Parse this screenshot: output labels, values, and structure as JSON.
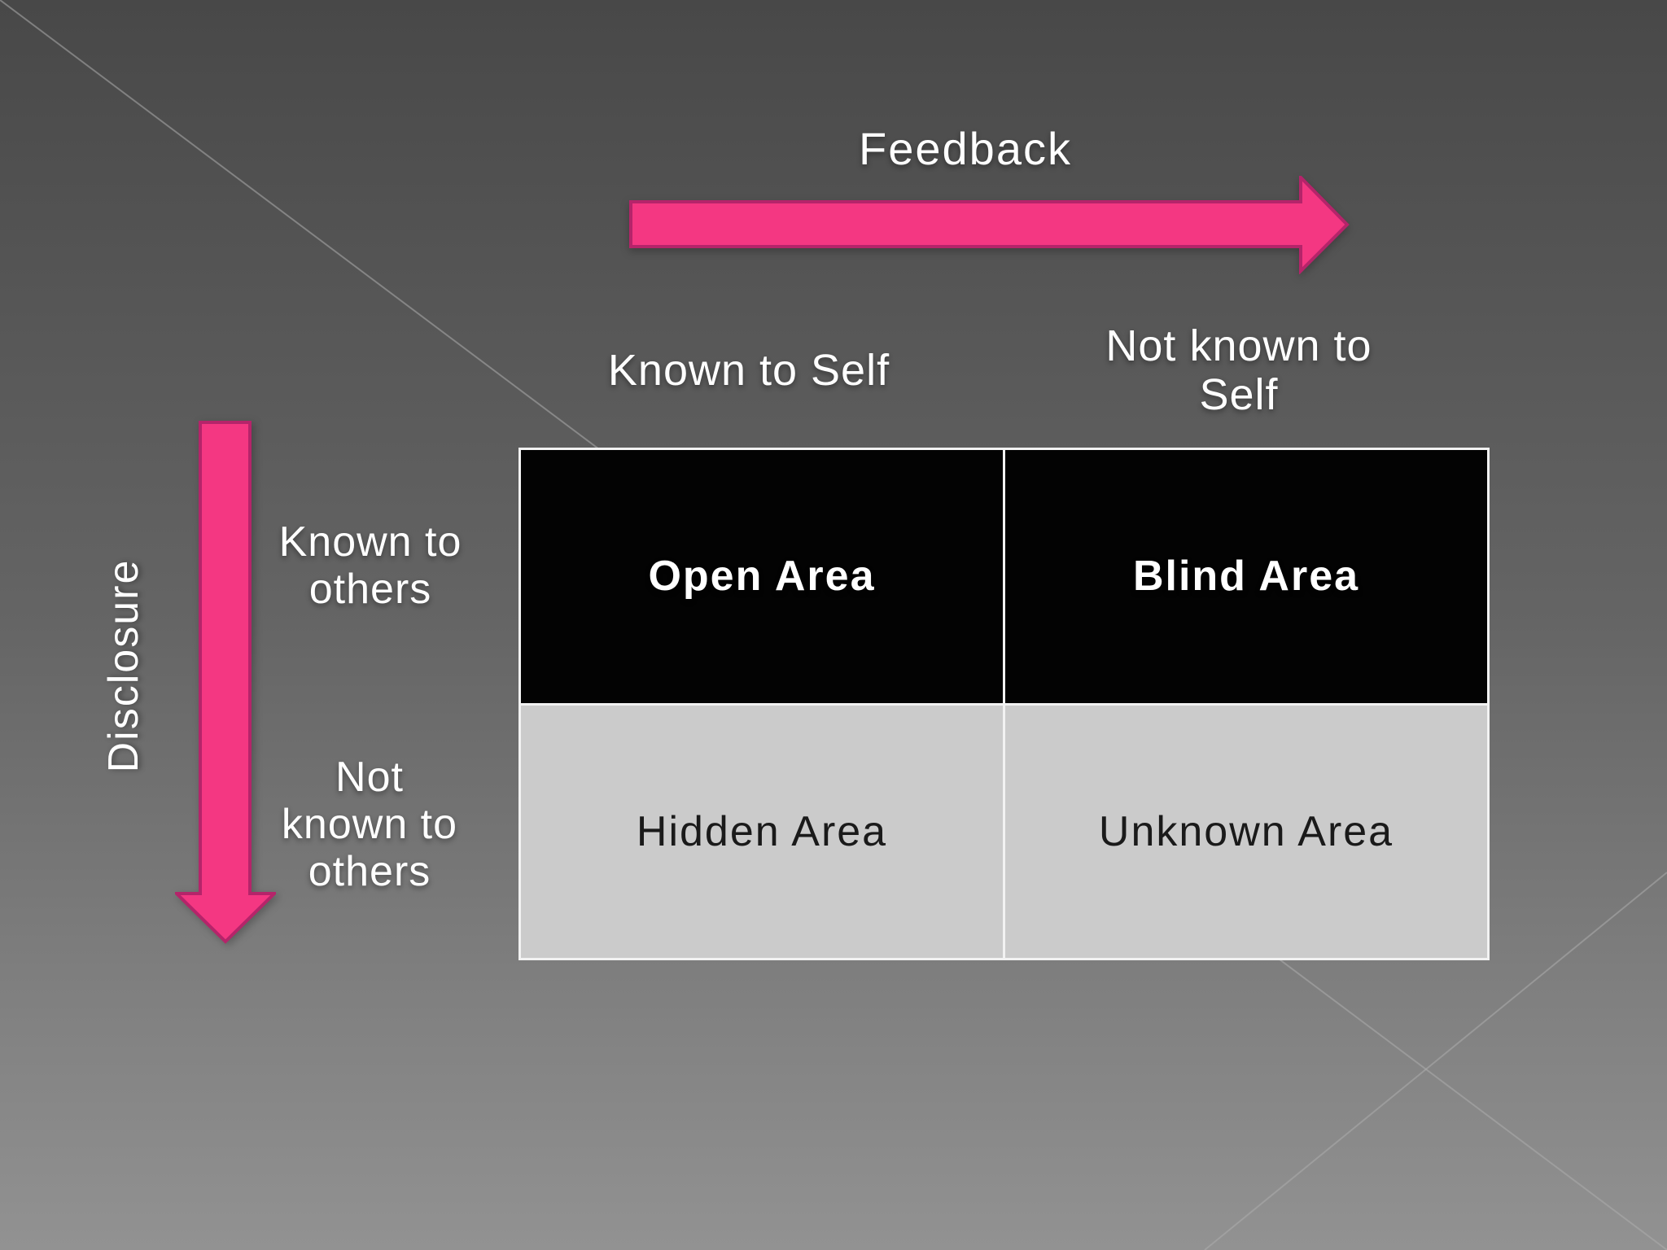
{
  "colors": {
    "background_top": "#484848",
    "background_bottom": "#929292",
    "diagonal_line": "#ADADAD",
    "arrow_fill": "#F43782",
    "arrow_stroke": "#B5246A",
    "cell_dark_bg": "#030303",
    "cell_light_bg": "#CBCBCB",
    "grid_line": "#F2F2F2",
    "text_light": "#FFFFFF",
    "text_dark": "#1A1A1A"
  },
  "axes": {
    "feedback": {
      "label": "Feedback",
      "direction": "right"
    },
    "disclosure": {
      "label": "Disclosure",
      "direction": "down"
    }
  },
  "column_headers": [
    {
      "id": "known-to-self",
      "label": "Known to Self"
    },
    {
      "id": "not-known-to-self",
      "label": "Not known to\nSelf"
    }
  ],
  "row_headers": [
    {
      "id": "known-to-others",
      "label": "Known to\nothers"
    },
    {
      "id": "not-known-to-others",
      "label": "Not\nknown to\nothers"
    }
  ],
  "cells": [
    {
      "id": "open-area",
      "label": "Open Area",
      "tone": "dark"
    },
    {
      "id": "blind-area",
      "label": "Blind Area",
      "tone": "dark"
    },
    {
      "id": "hidden-area",
      "label": "Hidden Area",
      "tone": "light"
    },
    {
      "id": "unknown-area",
      "label": "Unknown Area",
      "tone": "light"
    }
  ]
}
